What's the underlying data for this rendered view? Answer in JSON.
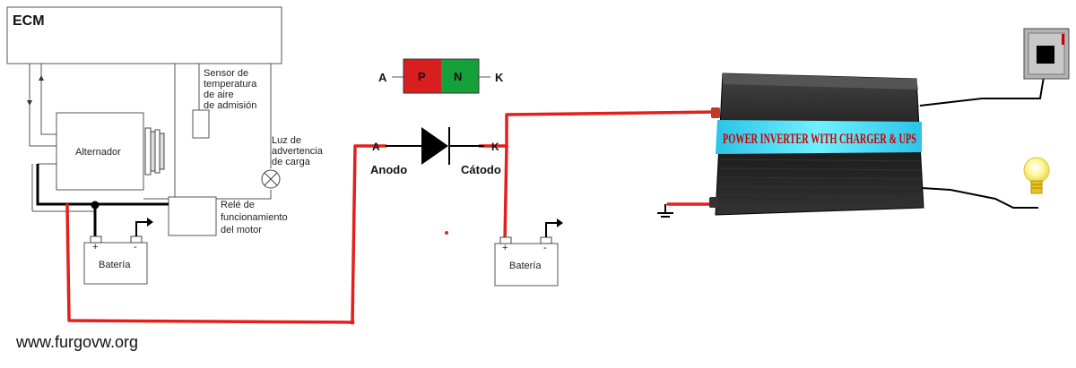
{
  "ecm": {
    "label": "ECM"
  },
  "sensor": {
    "line1": "Sensor de",
    "line2": "temperatura",
    "line3": "de aire",
    "line4": "de admisión"
  },
  "alternator": {
    "label": "Alternador"
  },
  "warning_light": {
    "line1": "Luz de",
    "line2": "advertencia",
    "line3": "de carga"
  },
  "relay": {
    "line1": "Relé de",
    "line2": "funcionamiento",
    "line3": "del motor"
  },
  "battery_left": {
    "label": "Batería",
    "plus": "+",
    "minus": "-"
  },
  "battery_right": {
    "label": "Batería",
    "plus": "+",
    "minus": "-"
  },
  "pn_junction": {
    "left": "A",
    "p": "P",
    "n": "N",
    "right": "K"
  },
  "diode": {
    "anode_letter": "A",
    "cathode_letter": "K",
    "anode_label": "Anodo",
    "cathode_label": "Cátodo"
  },
  "inverter": {
    "title": "POWER INVERTER WITH CHARGER & UPS"
  },
  "website": {
    "text": "www.furgovw.org"
  },
  "colors": {
    "red_wire": "#e3201b",
    "p_region": "#d81e1e",
    "n_region": "#15a03a",
    "inverter_body": "#1c1c1c",
    "inverter_label": "#38d8f0",
    "bulb": "#fff27a"
  }
}
